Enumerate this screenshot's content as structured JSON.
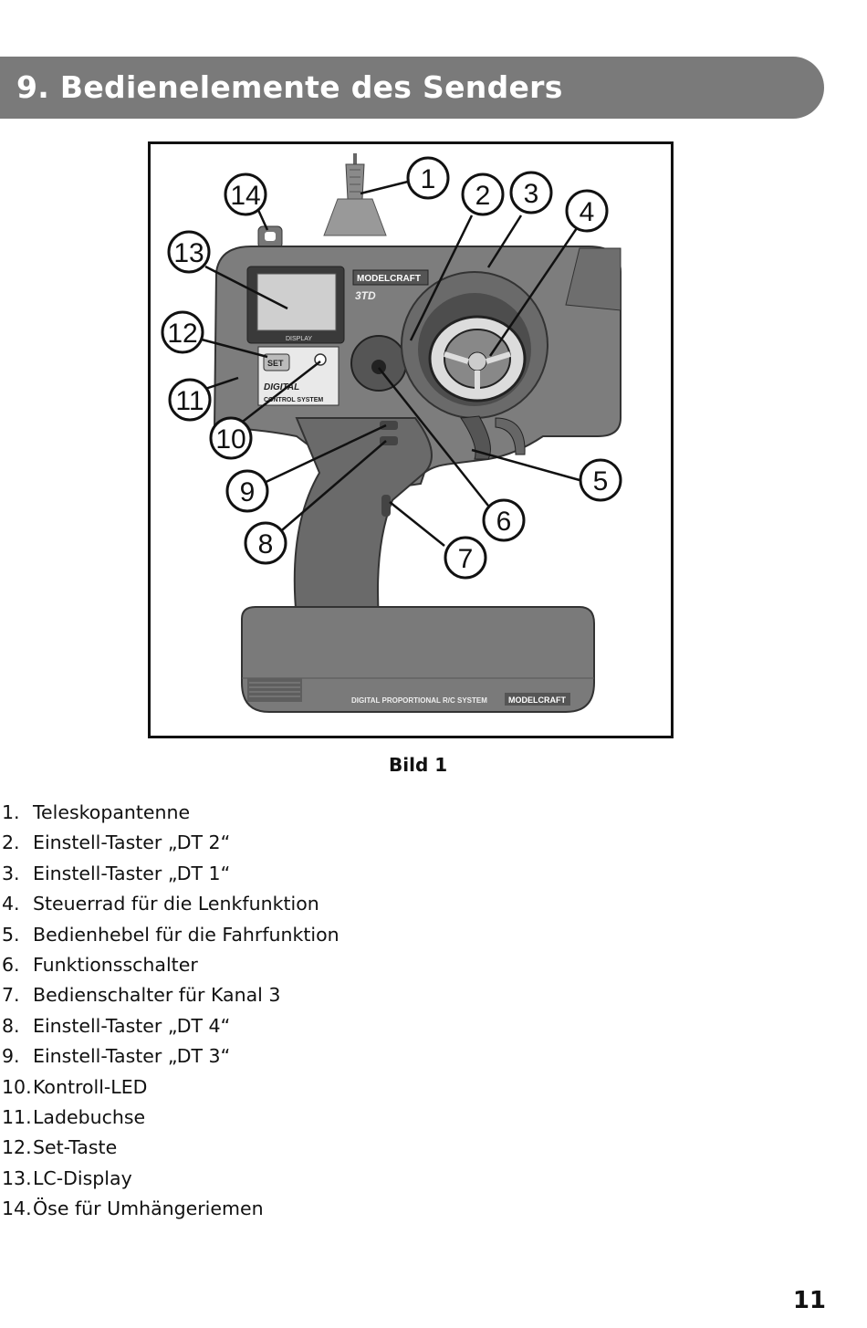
{
  "header": {
    "title": "9. Bedienelemente des Senders"
  },
  "figure": {
    "caption": "Bild 1",
    "device_labels": {
      "brand": "MODELCRAFT",
      "model": "3TD",
      "display": "DISPLAY",
      "set_key": "SET",
      "digital": "DIGITAL",
      "control_system": "CONTROL SYSTEM",
      "base_text": "DIGITAL PROPORTIONAL R/C SYSTEM"
    },
    "callouts": [
      "1",
      "2",
      "3",
      "4",
      "5",
      "6",
      "7",
      "8",
      "9",
      "10",
      "11",
      "12",
      "13",
      "14"
    ]
  },
  "legend": [
    {
      "num": "1.",
      "text": "Teleskopantenne"
    },
    {
      "num": "2.",
      "text": "Einstell-Taster „DT 2“"
    },
    {
      "num": "3.",
      "text": "Einstell-Taster „DT 1“"
    },
    {
      "num": "4.",
      "text": "Steuerrad für die Lenkfunktion"
    },
    {
      "num": "5.",
      "text": "Bedienhebel für die Fahrfunktion"
    },
    {
      "num": "6.",
      "text": "Funktionsschalter"
    },
    {
      "num": "7.",
      "text": "Bedienschalter für Kanal 3"
    },
    {
      "num": "8.",
      "text": "Einstell-Taster „DT 4“"
    },
    {
      "num": "9.",
      "text": "Einstell-Taster „DT 3“"
    },
    {
      "num": "10.",
      "text": "Kontroll-LED"
    },
    {
      "num": "11.",
      "text": "Ladebuchse"
    },
    {
      "num": "12.",
      "text": "Set-Taste"
    },
    {
      "num": "13.",
      "text": "LC-Display"
    },
    {
      "num": "14.",
      "text": "Öse für Umhängeriemen"
    }
  ],
  "page_number": "11",
  "colors": {
    "header_bar": "#7a7a7a",
    "header_text": "#ffffff"
  }
}
